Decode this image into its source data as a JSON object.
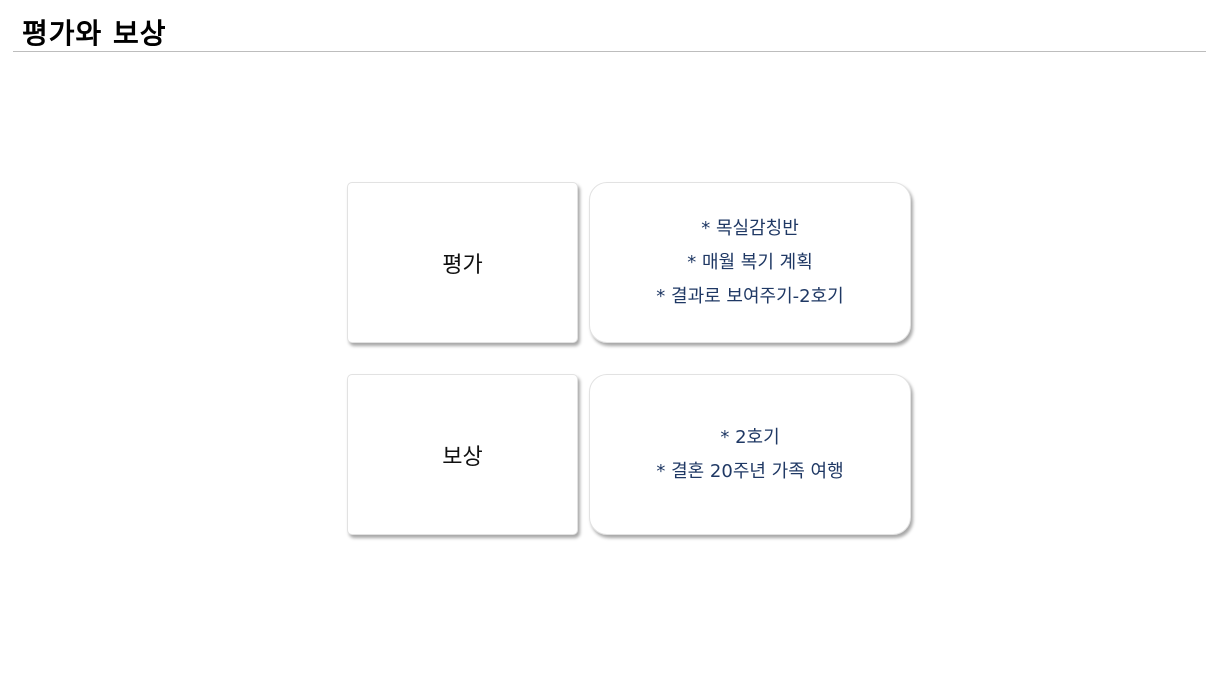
{
  "header": {
    "title": "평가와 보상"
  },
  "rows": [
    {
      "label": "평가",
      "items": [
        "* 목실감칭반",
        "* 매월 복기 계획",
        "* 결과로 보여주기-2호기"
      ]
    },
    {
      "label": "보상",
      "items": [
        "* 2호기",
        "* 결혼 20주년 가족 여행"
      ]
    }
  ],
  "colors": {
    "text_accent": "#1f3864"
  }
}
